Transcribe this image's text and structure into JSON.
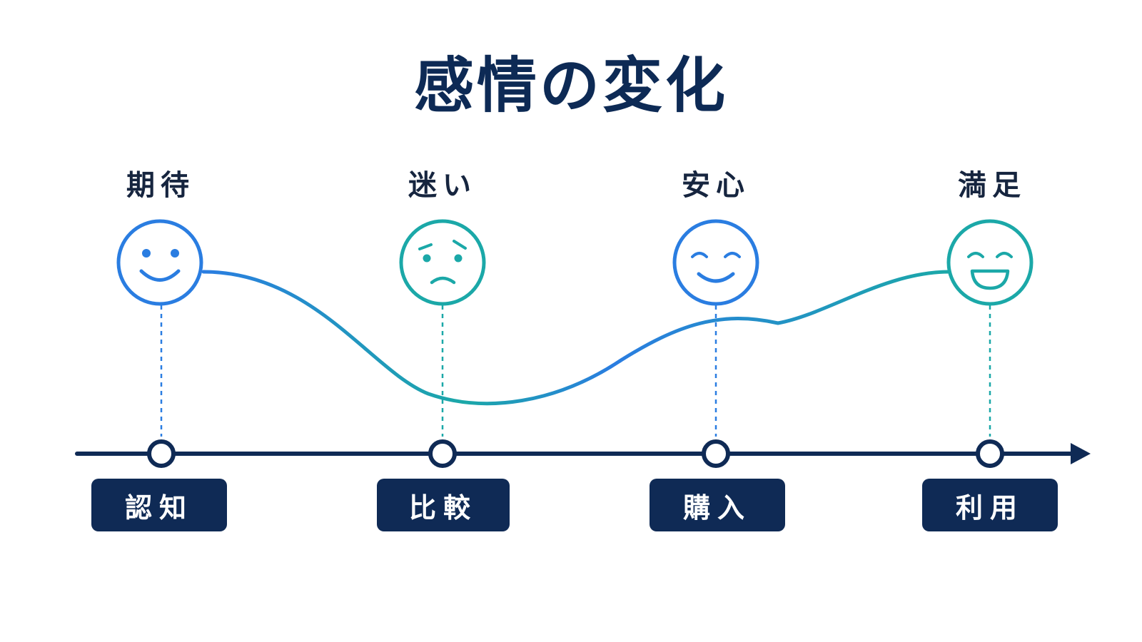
{
  "title": "感情の変化",
  "emotions": [
    {
      "label": "期待",
      "face": "smile",
      "color": "#2a7de1"
    },
    {
      "label": "迷い",
      "face": "worried",
      "color": "#1ba8a8"
    },
    {
      "label": "安心",
      "face": "content",
      "color": "#2a7de1"
    },
    {
      "label": "満足",
      "face": "laugh",
      "color": "#1ba8a8"
    }
  ],
  "stages": [
    {
      "label": "認知"
    },
    {
      "label": "比較"
    },
    {
      "label": "購入"
    },
    {
      "label": "利用"
    }
  ],
  "colors": {
    "title": "#0d2a55",
    "axis": "#0f2a55",
    "curve_start": "#2a7de1",
    "curve_end": "#1ba8a8"
  }
}
